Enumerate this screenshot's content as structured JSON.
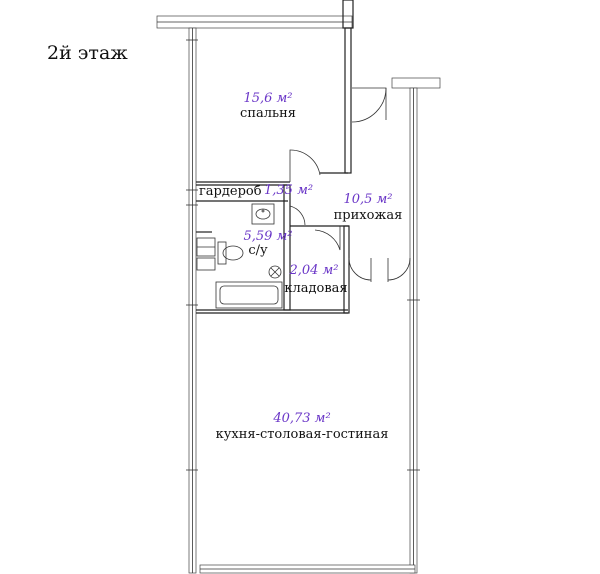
{
  "title": "2й этаж",
  "accent_color": "#6a36c7",
  "rooms": [
    {
      "id": "bedroom",
      "area": "15,6 м²",
      "name": "спальня"
    },
    {
      "id": "wardrobe",
      "area": "1,35 м²",
      "name": "гардероб"
    },
    {
      "id": "hallway",
      "area": "10,5 м²",
      "name": "прихожая"
    },
    {
      "id": "bathroom",
      "area": "5,59 м²",
      "name": "с/у"
    },
    {
      "id": "storage",
      "area": "2,04 м²",
      "name": "кладовая"
    },
    {
      "id": "living",
      "area": "40,73 м²",
      "name": "кухня-столовая-гостиная"
    }
  ]
}
